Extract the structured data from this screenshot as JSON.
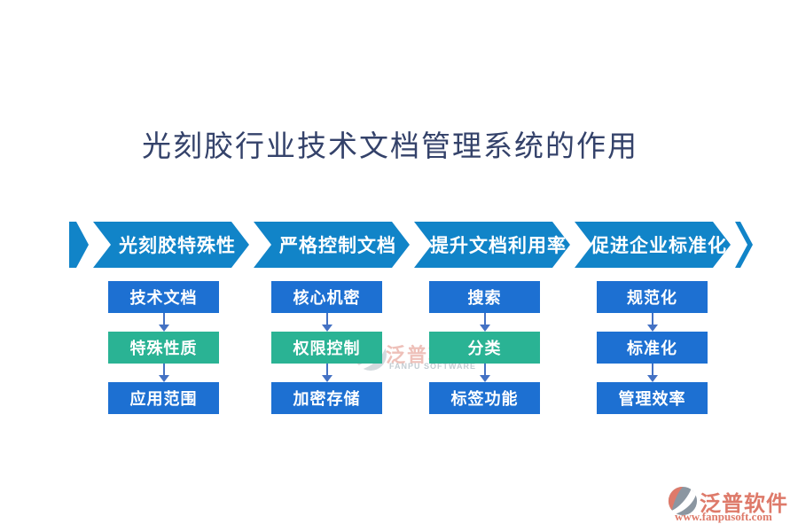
{
  "title": "光刻胶行业技术文档管理系统的作用",
  "diagram": {
    "columns": [
      {
        "header": "光刻胶特殊性",
        "items": [
          {
            "label": "技术文档",
            "color": "blue"
          },
          {
            "label": "特殊性质",
            "color": "green"
          },
          {
            "label": "应用范围",
            "color": "blue"
          }
        ]
      },
      {
        "header": "严格控制文档",
        "items": [
          {
            "label": "核心机密",
            "color": "blue"
          },
          {
            "label": "权限控制",
            "color": "green"
          },
          {
            "label": "加密存储",
            "color": "blue"
          }
        ]
      },
      {
        "header": "提升文档利用率",
        "items": [
          {
            "label": "搜索",
            "color": "blue"
          },
          {
            "label": "分类",
            "color": "green"
          },
          {
            "label": "标签功能",
            "color": "blue"
          }
        ]
      },
      {
        "header": "促进企业标准化",
        "items": [
          {
            "label": "规范化",
            "color": "blue"
          },
          {
            "label": "标准化",
            "color": "blue"
          },
          {
            "label": "管理效率",
            "color": "blue"
          }
        ]
      }
    ]
  },
  "watermark": {
    "brand": "泛普软件",
    "brand_en": "FANPU SOFTWARE"
  },
  "footer_logo": {
    "brand": "泛普软件",
    "url": "www.fanpusoft.com"
  },
  "colors": {
    "banner_blue": "#1184c8",
    "box_blue": "#1d70d2",
    "box_green": "#2ab394",
    "title_navy": "#34426a",
    "connector_blue": "#4472c4",
    "brand_salmon": "#de7a6a",
    "watermark_pink": "#ecb6ad",
    "watermark_gray": "#b9c4cb"
  }
}
